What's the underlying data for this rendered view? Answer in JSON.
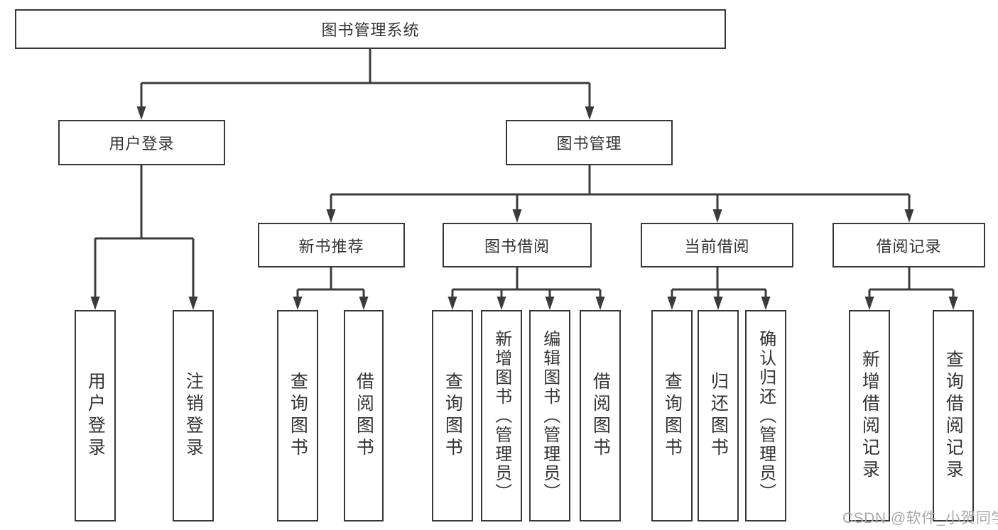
{
  "tree": {
    "root": {
      "label": "图书管理系统",
      "children": [
        {
          "label": "用户登录",
          "children": [
            {
              "label": "用户登录"
            },
            {
              "label": "注销登录"
            }
          ]
        },
        {
          "label": "图书管理",
          "children": [
            {
              "label": "新书推荐",
              "children": [
                {
                  "label": "查询图书"
                },
                {
                  "label": "借阅图书"
                }
              ]
            },
            {
              "label": "图书借阅",
              "children": [
                {
                  "label": "查询图书"
                },
                {
                  "label": "新增图书（管理员）"
                },
                {
                  "label": "编辑图书（管理员）"
                },
                {
                  "label": "借阅图书"
                }
              ]
            },
            {
              "label": "当前借阅",
              "children": [
                {
                  "label": "查询图书"
                },
                {
                  "label": "归还图书"
                },
                {
                  "label": "确认归还（管理员）"
                }
              ]
            },
            {
              "label": "借阅记录",
              "children": [
                {
                  "label": "新增借阅记录"
                },
                {
                  "label": "查询借阅记录"
                }
              ]
            }
          ]
        }
      ]
    }
  },
  "watermark": {
    "text": "CSDN @软件_小贺同学"
  },
  "colors": {
    "line": "#3b3b3b",
    "border": "#373737",
    "text": "#333333",
    "watermark": "#a9a9ac",
    "background": "#ffffff"
  }
}
